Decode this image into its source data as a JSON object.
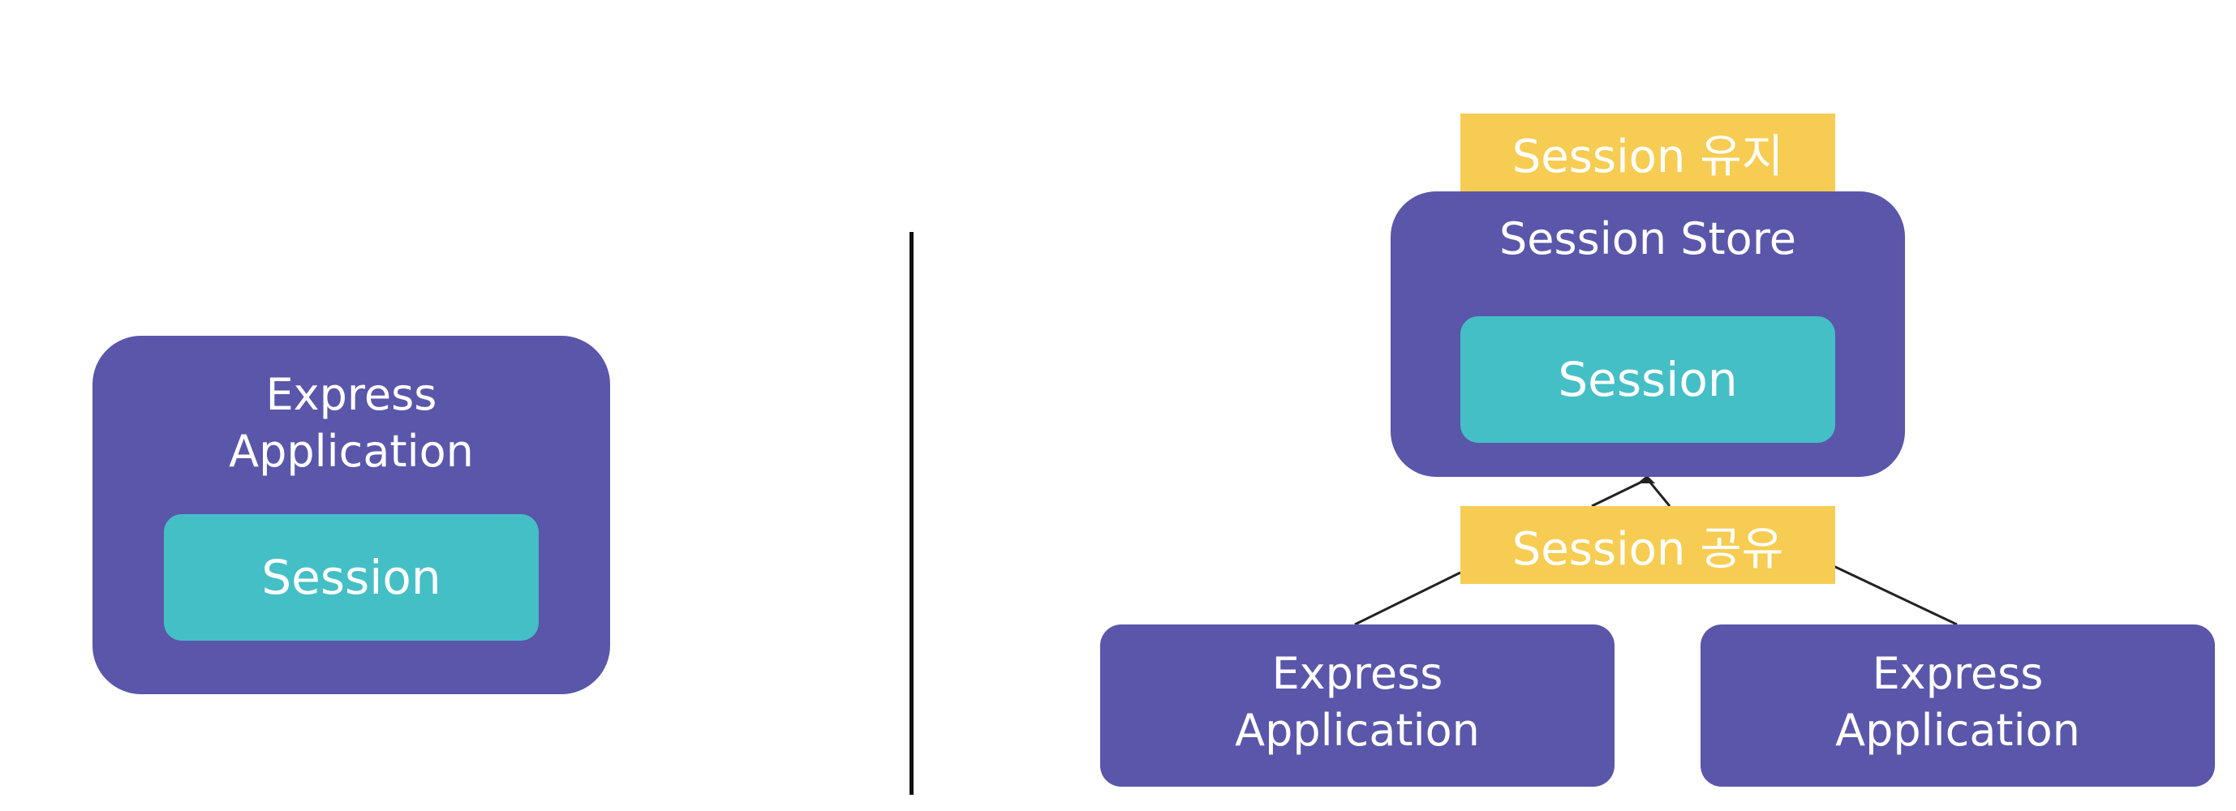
{
  "colors": {
    "container": "#5a56aa",
    "session": "#45bfc6",
    "tag": "#f6cd52",
    "divider": "#111111",
    "connector": "#222222"
  },
  "left": {
    "app_label": "Express\nApplication",
    "session_label": "Session"
  },
  "right": {
    "maintain_tag": "Session 유지",
    "store_label": "Session Store",
    "store_session_label": "Session",
    "share_tag": "Session 공유",
    "app_left_label": "Express\nApplication",
    "app_right_label": "Express\nApplication"
  }
}
